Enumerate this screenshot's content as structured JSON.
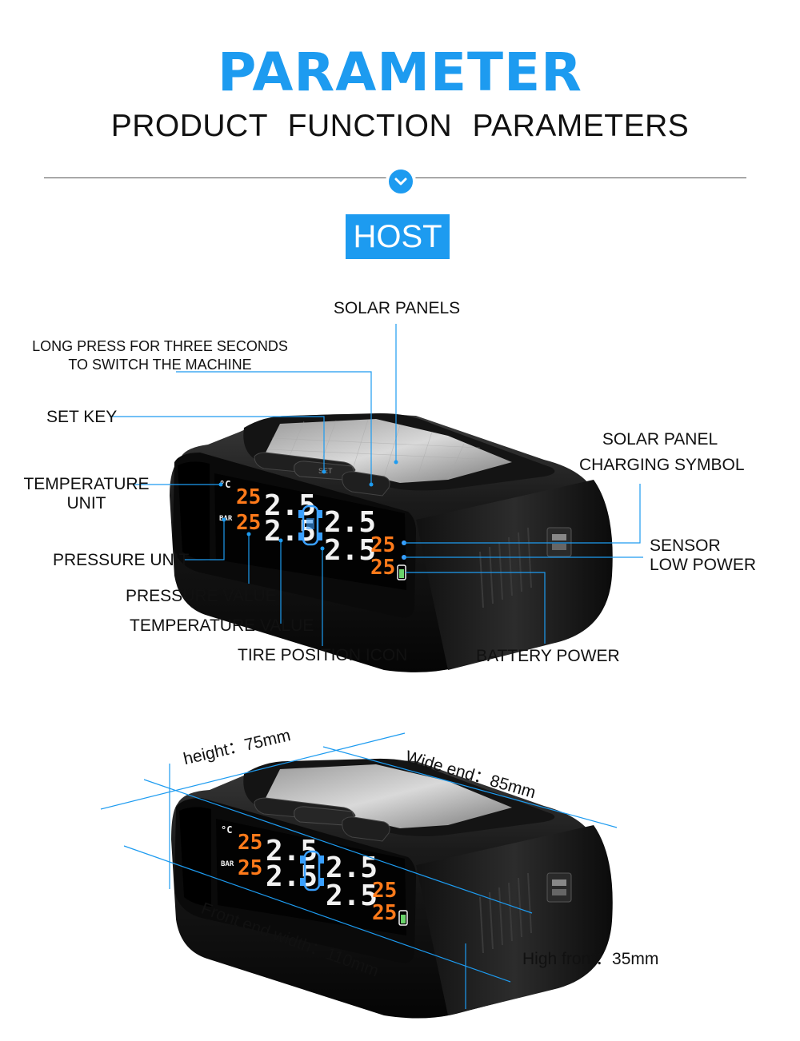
{
  "header": {
    "title": "PARAMETER",
    "subtitle": "PRODUCT  FUNCTION  PARAMETERS",
    "section": "HOST"
  },
  "callouts": {
    "solar_panels": "SOLAR PANELS",
    "long_press_1": "LONG PRESS FOR THREE SECONDS",
    "long_press_2": "TO SWITCH THE MACHINE",
    "set_key": "SET KEY",
    "solar_charging_1": "SOLAR PANEL",
    "solar_charging_2": "CHARGING SYMBOL",
    "temp_unit_1": "TEMPERATURE",
    "temp_unit_2": "UNIT",
    "pressure_unit": "PRESSURE UNIT",
    "sensor_1": "SENSOR",
    "sensor_2": "LOW POWER",
    "pressure_value": "PRESSURE VALUE",
    "temperature_value": "TEMPERATURE VALUE",
    "tire_position_icon": "TIRE POSITION ICON",
    "battery_power": "BATTERY POWER"
  },
  "display": {
    "temp_unit": "°C",
    "pressure_unit": "BAR",
    "set_button": "SET",
    "temps": [
      "25",
      "25",
      "25",
      "25"
    ],
    "pressures": [
      "2.5",
      "2.5",
      "2.5",
      "2.5"
    ]
  },
  "dimensions": {
    "height": "height：75mm",
    "wide_end": "Wide end：85mm",
    "front_width": "Front end width：110mm",
    "high_front": "High front：35mm"
  },
  "colors": {
    "accent": "#1d9bf0",
    "orange_digits": "#ff7a1a",
    "white_digits": "#f2f2f2",
    "icon_blue": "#3aa0ff"
  }
}
